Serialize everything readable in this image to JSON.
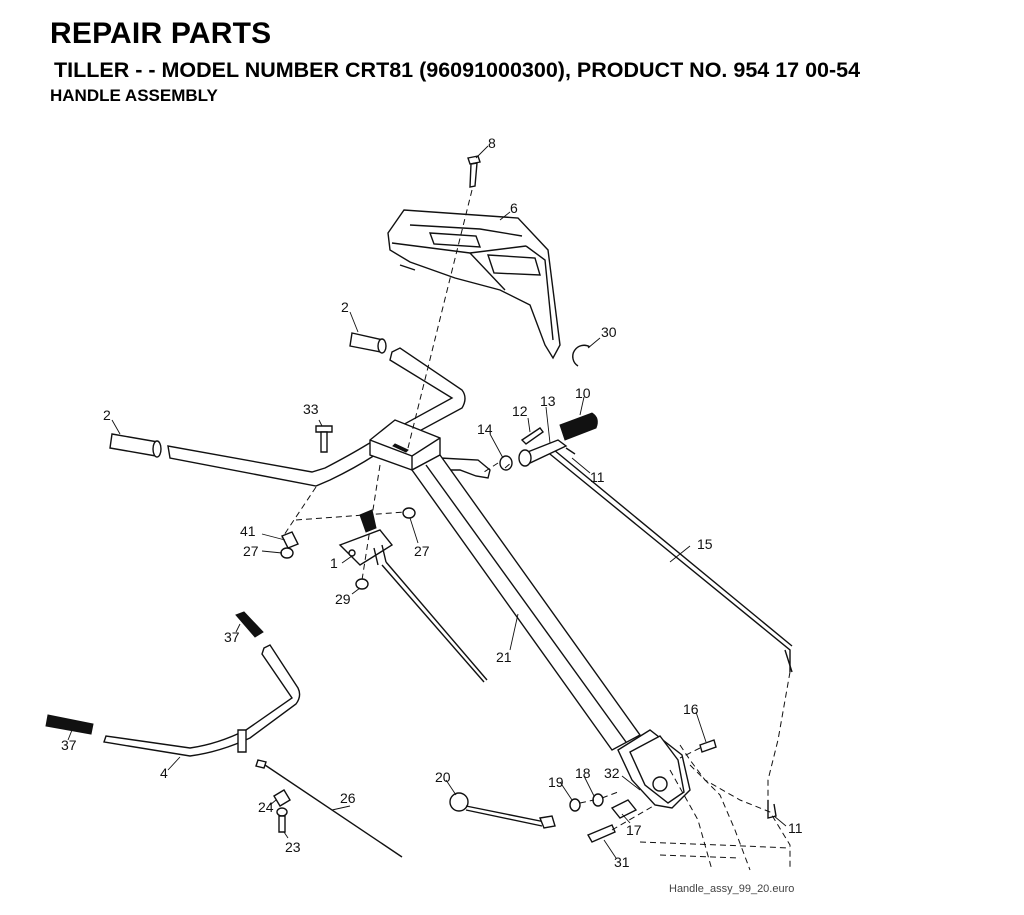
{
  "header": {
    "title": "REPAIR PARTS",
    "subtitle": "TILLER - - MODEL NUMBER CRT81 (96091000300), PRODUCT NO. 954 17 00-54",
    "assembly": "HANDLE ASSEMBLY"
  },
  "diagram": {
    "callouts": [
      "8",
      "6",
      "2",
      "30",
      "2",
      "33",
      "12",
      "13",
      "10",
      "14",
      "11",
      "41",
      "27",
      "1",
      "27",
      "15",
      "29",
      "37",
      "21",
      "37",
      "16",
      "4",
      "20",
      "19",
      "18",
      "32",
      "24",
      "26",
      "17",
      "11",
      "23",
      "31"
    ],
    "reference": "Handle_assy_99_20.euro"
  }
}
